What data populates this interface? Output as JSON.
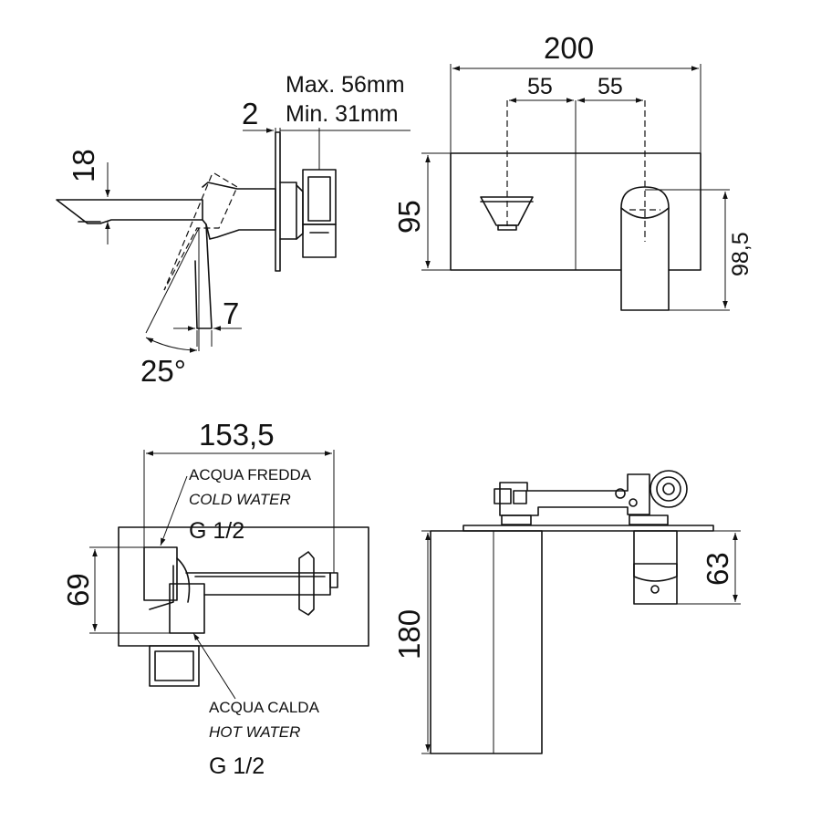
{
  "dimensions": {
    "width_200": "200",
    "spacing_55_left": "55",
    "spacing_55_right": "55",
    "height_95": "95",
    "height_98_5": "98,5",
    "wall_2": "2",
    "max_depth": "Max. 56mm",
    "min_depth": "Min. 31mm",
    "spout_18": "18",
    "offset_7": "7",
    "angle_25": "25°",
    "width_153_5": "153,5",
    "height_69": "69",
    "height_180": "180",
    "height_63": "63"
  },
  "labels": {
    "cold_it": "ACQUA FREDDA",
    "cold_en": "COLD WATER",
    "cold_thread": "G 1/2",
    "hot_it": "ACQUA CALDA",
    "hot_en": "HOT WATER",
    "hot_thread": "G 1/2"
  }
}
